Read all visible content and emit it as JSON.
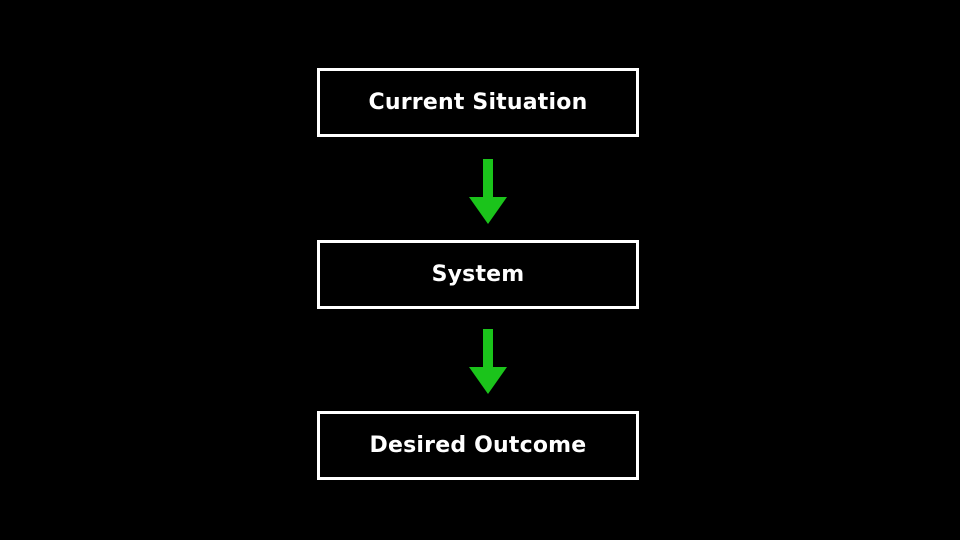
{
  "diagram": {
    "nodes": [
      {
        "label": "Current Situation"
      },
      {
        "label": "System"
      },
      {
        "label": "Desired Outcome"
      }
    ],
    "edges": [
      {
        "from": "Current Situation",
        "to": "System"
      },
      {
        "from": "System",
        "to": "Desired Outcome"
      }
    ]
  },
  "colors": {
    "background": "#000000",
    "box_border": "#ffffff",
    "text": "#ffffff",
    "arrow": "#1bc41b"
  }
}
